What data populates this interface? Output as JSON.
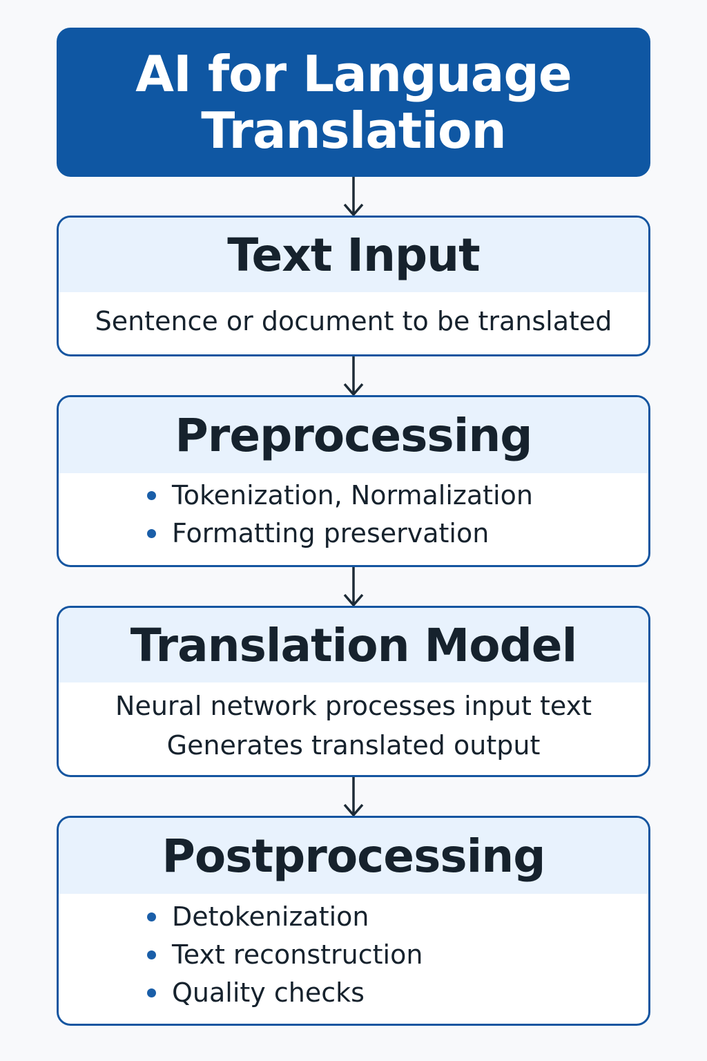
{
  "title": "AI for Language Translation",
  "steps": [
    {
      "title": "Text Input",
      "lines": [
        "Sentence or document to be translated"
      ]
    },
    {
      "title": "Preprocessing",
      "bullets": [
        "Tokenization, Normalization",
        "Formatting preservation"
      ]
    },
    {
      "title": "Translation Model",
      "lines": [
        "Neural network processes input text",
        "Generates translated output"
      ]
    },
    {
      "title": "Postprocessing",
      "bullets": [
        "Detokenization",
        "Text reconstruction",
        "Quality checks"
      ]
    }
  ],
  "colors": {
    "title_fill": "#0f57a3",
    "box_border": "#1455a0",
    "header_fill": "#e8f2fd",
    "bullet": "#1a5ea8",
    "arrow": "#1d2b36"
  }
}
